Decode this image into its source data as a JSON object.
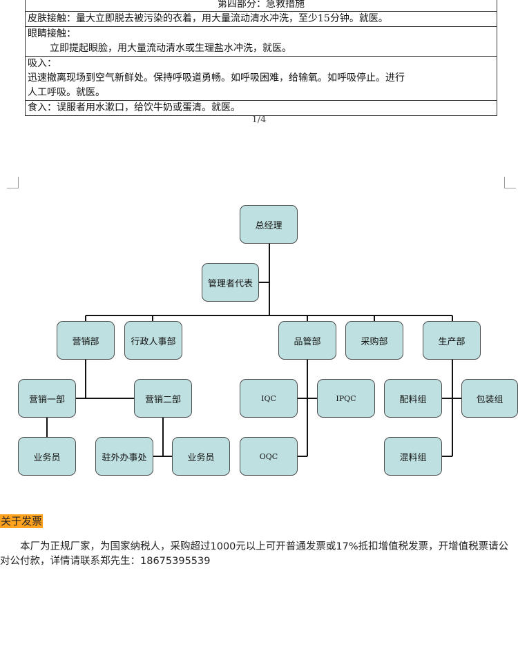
{
  "first_aid": {
    "heading": "第四部分：急救措施",
    "rows": [
      {
        "text": "皮肤接触：量大立即脱去被污染的衣着，用大量流动清水冲洗，至少15分钟。就医。"
      },
      {
        "title": "眼睛接触：",
        "text": "立即提起眼脸，用大量流动清水或生理盐水冲洗，就医。"
      },
      {
        "title": "吸入：",
        "line1": "迅速撤离现场到空气新鲜处。保持呼吸道勇畅。如呼吸困难，给输氧。如呼吸停止。进行",
        "line2": "人工呼吸。就医。"
      },
      {
        "text": "食入：误服者用水漱口，给饮牛奶或蛋清。就医。"
      }
    ],
    "page_number": "1/4"
  },
  "org_chart": {
    "general_manager": "总经理",
    "management_rep": "管理者代表",
    "marketing": "营销部",
    "admin_hr": "行政人事部",
    "quality": "品管部",
    "purchasing": "采购部",
    "production": "生产部",
    "marketing_1": "营销一部",
    "marketing_2": "营销二部",
    "iqc": "IQC",
    "ipqc": "IPQC",
    "oqc": "OQC",
    "batching": "配料组",
    "packaging": "包装组",
    "mixing": "混料组",
    "salesperson_1": "业务员",
    "field_office": "驻外办事处",
    "salesperson_2": "业务员"
  },
  "invoice": {
    "title": "关于发票",
    "body": "本厂为正规厂家，为国家纳税人，采购超过1000元以上可开普通发票或17%抵扣增值税发票，开增值税票请公对公付款，详情请联系郑先生：18675395539",
    "highlight_color": "#ffa21f"
  },
  "colors": {
    "node_fill": "#bfe0e1",
    "node_border": "#4a4a4a"
  }
}
